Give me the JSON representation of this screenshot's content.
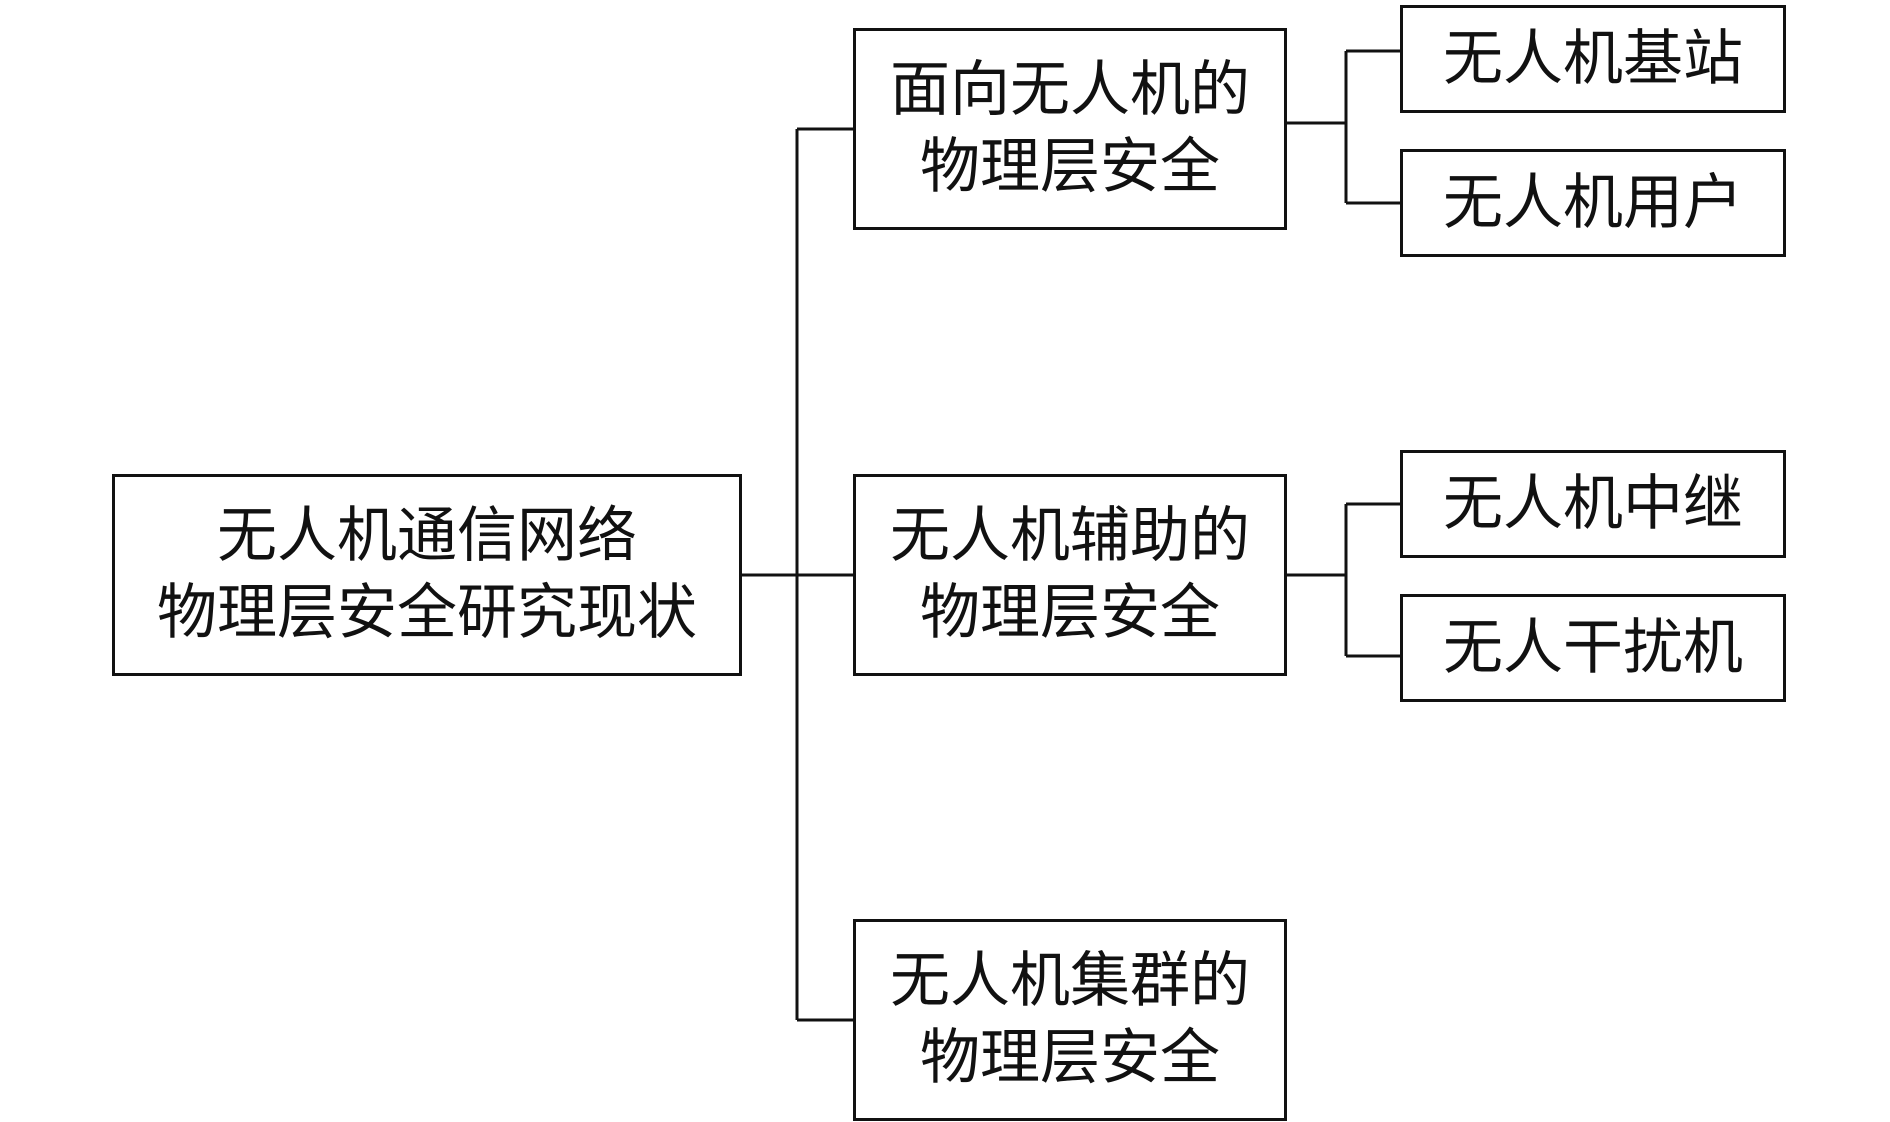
{
  "diagram": {
    "root": {
      "line1": "无人机通信网络",
      "line2": "物理层安全研究现状"
    },
    "branches": [
      {
        "line1": "面向无人机的",
        "line2": "物理层安全",
        "leaves": [
          "无人机基站",
          "无人机用户"
        ]
      },
      {
        "line1": "无人机辅助的",
        "line2": "物理层安全",
        "leaves": [
          "无人机中继",
          "无人干扰机"
        ]
      },
      {
        "line1": "无人机集群的",
        "line2": "物理层安全",
        "leaves": []
      }
    ]
  }
}
